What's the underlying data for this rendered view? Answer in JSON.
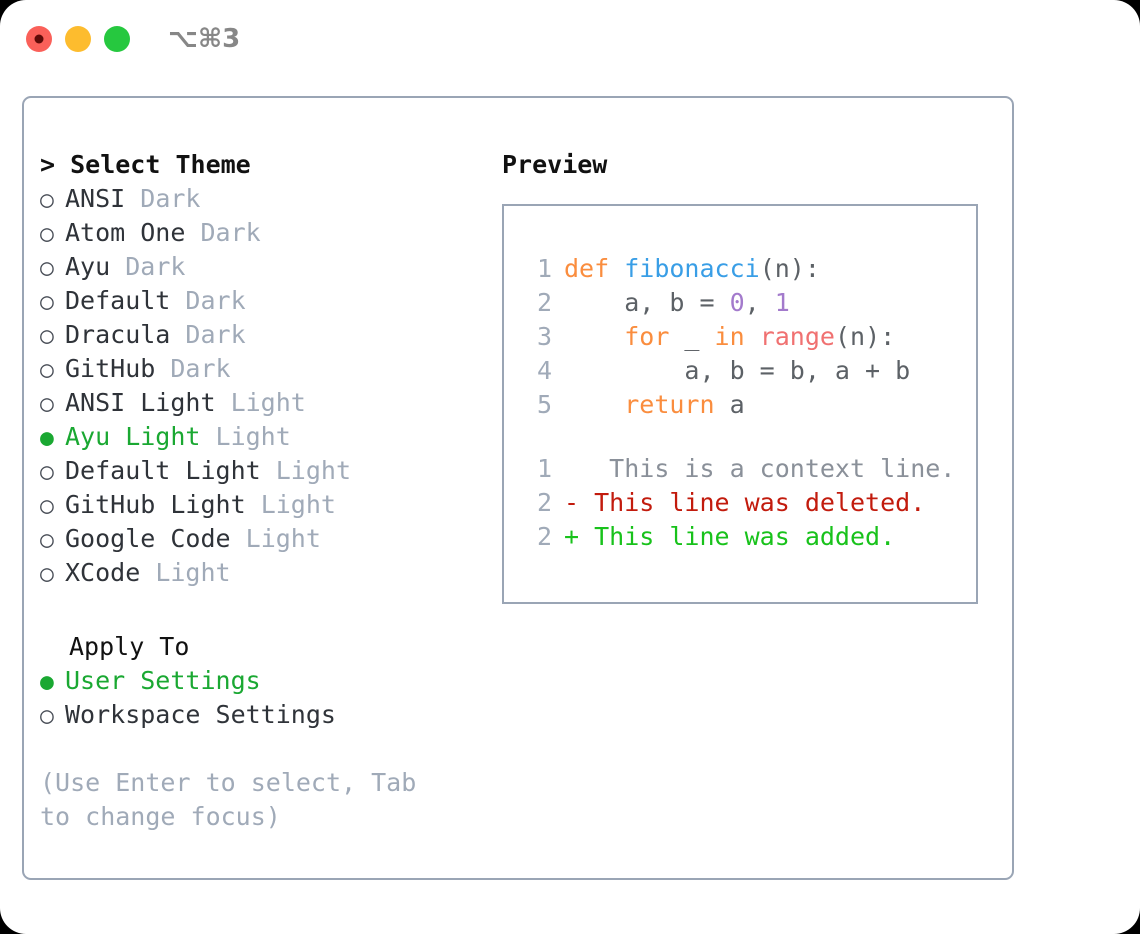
{
  "titlebar": {
    "shortcut": "⌥⌘3",
    "buttons": [
      {
        "name": "close",
        "color": "#fa6059"
      },
      {
        "name": "minimize",
        "color": "#fdbc2e"
      },
      {
        "name": "maximize",
        "color": "#26c83f"
      }
    ]
  },
  "theme_panel": {
    "header": "> Select Theme",
    "options": [
      {
        "marker": "○",
        "label": "ANSI",
        "variant": "Dark",
        "selected": false
      },
      {
        "marker": "○",
        "label": "Atom One",
        "variant": "Dark",
        "selected": false
      },
      {
        "marker": "○",
        "label": "Ayu",
        "variant": "Dark",
        "selected": false
      },
      {
        "marker": "○",
        "label": "Default",
        "variant": "Dark",
        "selected": false
      },
      {
        "marker": "○",
        "label": "Dracula",
        "variant": "Dark",
        "selected": false
      },
      {
        "marker": "○",
        "label": "GitHub",
        "variant": "Dark",
        "selected": false
      },
      {
        "marker": "○",
        "label": "ANSI Light",
        "variant": "Light",
        "selected": false
      },
      {
        "marker": "●",
        "label": "Ayu Light",
        "variant": "Light",
        "selected": true
      },
      {
        "marker": "○",
        "label": "Default Light",
        "variant": "Light",
        "selected": false
      },
      {
        "marker": "○",
        "label": "GitHub Light",
        "variant": "Light",
        "selected": false
      },
      {
        "marker": "○",
        "label": "Google Code",
        "variant": "Light",
        "selected": false
      },
      {
        "marker": "○",
        "label": "XCode",
        "variant": "Light",
        "selected": false
      }
    ]
  },
  "apply_to": {
    "header": "Apply To",
    "options": [
      {
        "marker": "●",
        "label": "User Settings",
        "selected": true
      },
      {
        "marker": "○",
        "label": "Workspace Settings",
        "selected": false
      }
    ]
  },
  "hint": "(Use Enter to select, Tab to change focus)",
  "preview": {
    "title": "Preview",
    "code_lines": [
      {
        "lineno": "1",
        "tokens": [
          {
            "text": "def ",
            "type": "kw"
          },
          {
            "text": "fibonacci",
            "type": "fn"
          },
          {
            "text": "(n):",
            "type": "txt"
          }
        ]
      },
      {
        "lineno": "2",
        "tokens": [
          {
            "text": "    a, b = ",
            "type": "txt"
          },
          {
            "text": "0",
            "type": "num"
          },
          {
            "text": ", ",
            "type": "txt"
          },
          {
            "text": "1",
            "type": "num"
          }
        ]
      },
      {
        "lineno": "3",
        "tokens": [
          {
            "text": "    ",
            "type": "txt"
          },
          {
            "text": "for",
            "type": "kw"
          },
          {
            "text": " _ ",
            "type": "txt"
          },
          {
            "text": "in",
            "type": "kw"
          },
          {
            "text": " ",
            "type": "txt"
          },
          {
            "text": "range",
            "type": "call"
          },
          {
            "text": "(n):",
            "type": "txt"
          }
        ]
      },
      {
        "lineno": "4",
        "tokens": [
          {
            "text": "        a, b = b, a + b",
            "type": "txt"
          }
        ]
      },
      {
        "lineno": "5",
        "tokens": [
          {
            "text": "    ",
            "type": "txt"
          },
          {
            "text": "return",
            "type": "kw"
          },
          {
            "text": " a",
            "type": "txt"
          }
        ]
      }
    ],
    "diff_lines": [
      {
        "lineno": "1",
        "sign": " ",
        "text": "  This is a context line.",
        "kind": "ctx"
      },
      {
        "lineno": "2",
        "sign": "-",
        "text": " This line was deleted.",
        "kind": "del"
      },
      {
        "lineno": "2",
        "sign": "+",
        "text": " This line was added.",
        "kind": "add"
      }
    ]
  },
  "colors": {
    "accent_green": "#1aa832",
    "muted": "#a0aab8",
    "border": "#9aa5b5",
    "keyword": "#fa8d3e",
    "function": "#399ee6",
    "number": "#a37acc",
    "builtin": "#f07171",
    "diff_add": "#18c21b",
    "diff_del": "#c21b0d"
  }
}
